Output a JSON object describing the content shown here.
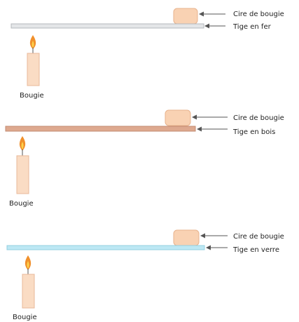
{
  "colors": {
    "wax": "#f9d2b3",
    "wax_edge": "#e8b38d",
    "candle": "#fadcc4",
    "candle_edge": "#e8b89a",
    "flame_outer": "#f0902c",
    "flame_inner": "#fcd34d",
    "wick": "#555555",
    "arrow": "#555555",
    "rod_iron": "#e4e6e8",
    "rod_iron_edge": "#b5b8bc",
    "rod_wood": "#dea98f",
    "rod_wood_edge": "#c28a70",
    "rod_glass": "#bde8f4",
    "rod_glass_edge": "#94cfe0"
  },
  "panels": [
    {
      "material": "iron",
      "wax_label": "Cire de bougie",
      "rod_label": "Tige en fer",
      "candle_label": "Bougie"
    },
    {
      "material": "wood",
      "wax_label": "Cire de bougie",
      "rod_label": "Tige en bois",
      "candle_label": "Bougie"
    },
    {
      "material": "glass",
      "wax_label": "Cire de bougie",
      "rod_label": "Tige en verre",
      "candle_label": "Bougie"
    }
  ]
}
